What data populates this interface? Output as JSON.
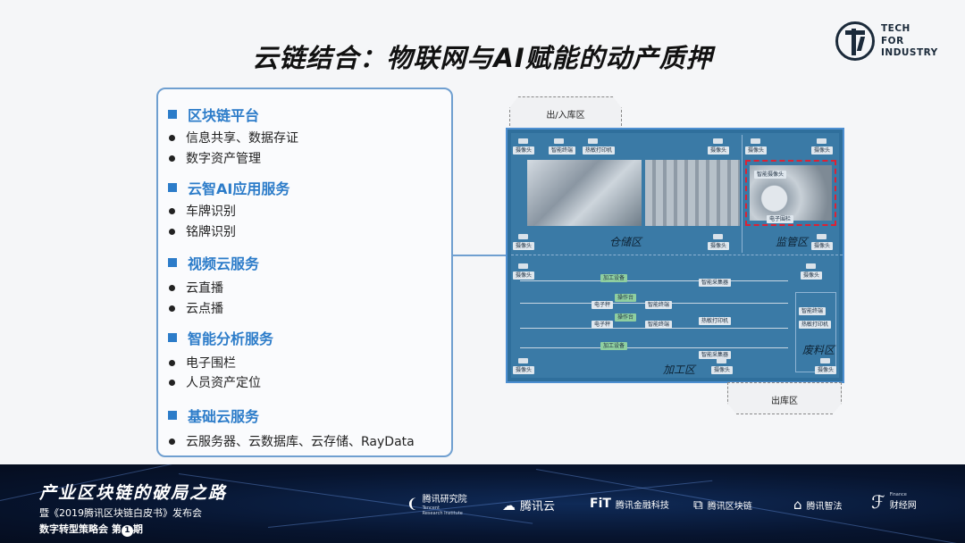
{
  "slide": {
    "title": "云链结合：物联网与AI赋能的动产质押",
    "brand": {
      "line1": "TECH",
      "line2": "FOR",
      "line3": "INDUSTRY"
    }
  },
  "panel": {
    "sections": [
      {
        "heading": "区块链平台",
        "items": [
          "信息共享、数据存证",
          "数字资产管理"
        ]
      },
      {
        "heading": "云智AI应用服务",
        "items": [
          "车牌识别",
          "铭牌识别"
        ]
      },
      {
        "heading": "视频云服务",
        "items": [
          "云直播",
          "云点播"
        ]
      },
      {
        "heading": "智能分析服务",
        "items": [
          "电子围栏",
          "人员资产定位"
        ]
      },
      {
        "heading": "基础云服务",
        "items": [
          "云服务器、云数据库、云存储、RayData"
        ]
      }
    ]
  },
  "diagram": {
    "zone_in": "出/入库区",
    "zone_out": "出库区",
    "storage": "仓储区",
    "monitor": "监管区",
    "processing": "加工区",
    "waste": "废料区",
    "chips": {
      "camera": "摄像头",
      "smart_terminal": "智能终端",
      "thermal_printer": "热敏打印机",
      "processing_equipment": "加工设备",
      "operator": "操作台",
      "electronic_scale": "电子秤",
      "smart_collector": "智能采集器",
      "electronic_fence": "电子围栏",
      "smart_camera": "智能摄像头"
    }
  },
  "footer": {
    "title": "产业区块链的破局之路",
    "subtitle": "暨《2019腾讯区块链白皮书》发布会",
    "series_prefix": "数字转型策略会 第",
    "series_num": "1",
    "series_suffix": "期",
    "partners": {
      "p1": "腾讯研究院",
      "p1_sub1": "Tencent",
      "p1_sub2": "Research Institute",
      "p2": "腾讯云",
      "p3": "腾讯金融科技",
      "p3_mark": "FiT",
      "p4": "腾讯区块链",
      "p5": "腾讯智法",
      "p6": "财经网",
      "p6_sub": "Finance"
    }
  }
}
